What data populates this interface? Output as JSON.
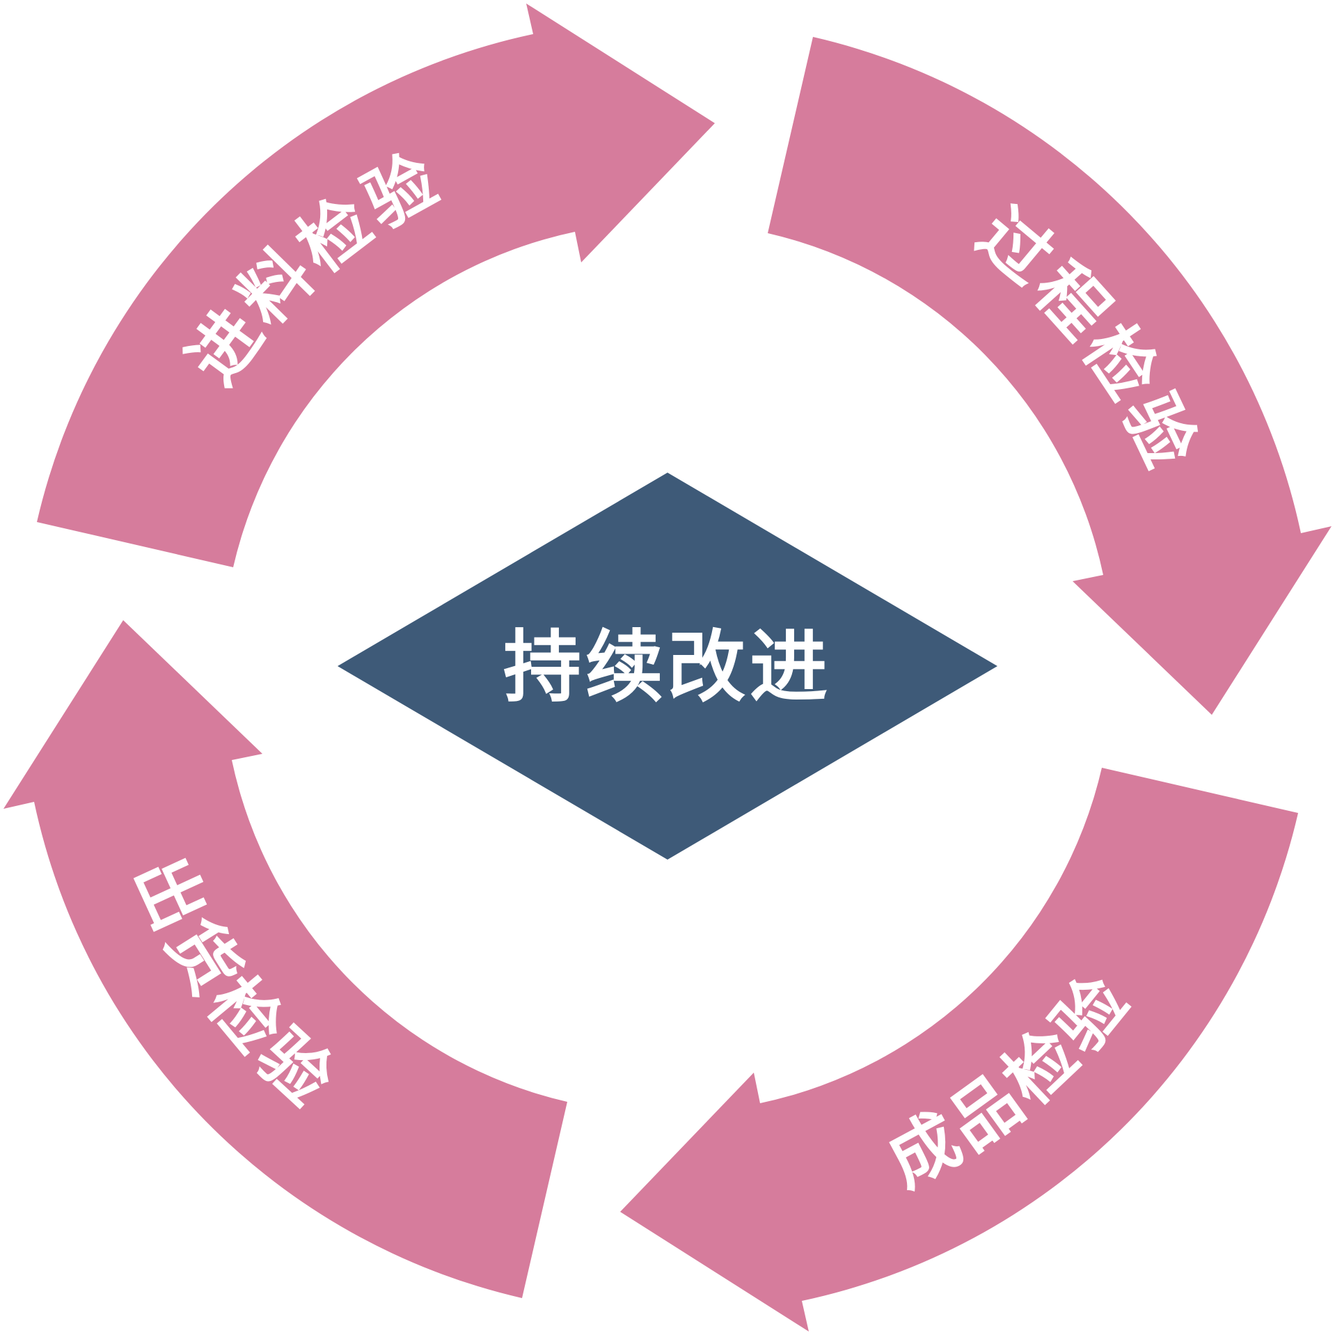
{
  "diagram": {
    "type": "cycle",
    "center_label": "持续改进",
    "arrows": [
      {
        "label": "进料检验",
        "position": "top-left"
      },
      {
        "label": "过程检验",
        "position": "right"
      },
      {
        "label": "成品检验",
        "position": "bottom-right"
      },
      {
        "label": "出货检验",
        "position": "bottom-left"
      }
    ],
    "colors": {
      "arrow": "#D67C9C",
      "diamond": "#3E5A78",
      "label_text": "#FFFFFF",
      "background": "#FFFFFF"
    }
  }
}
